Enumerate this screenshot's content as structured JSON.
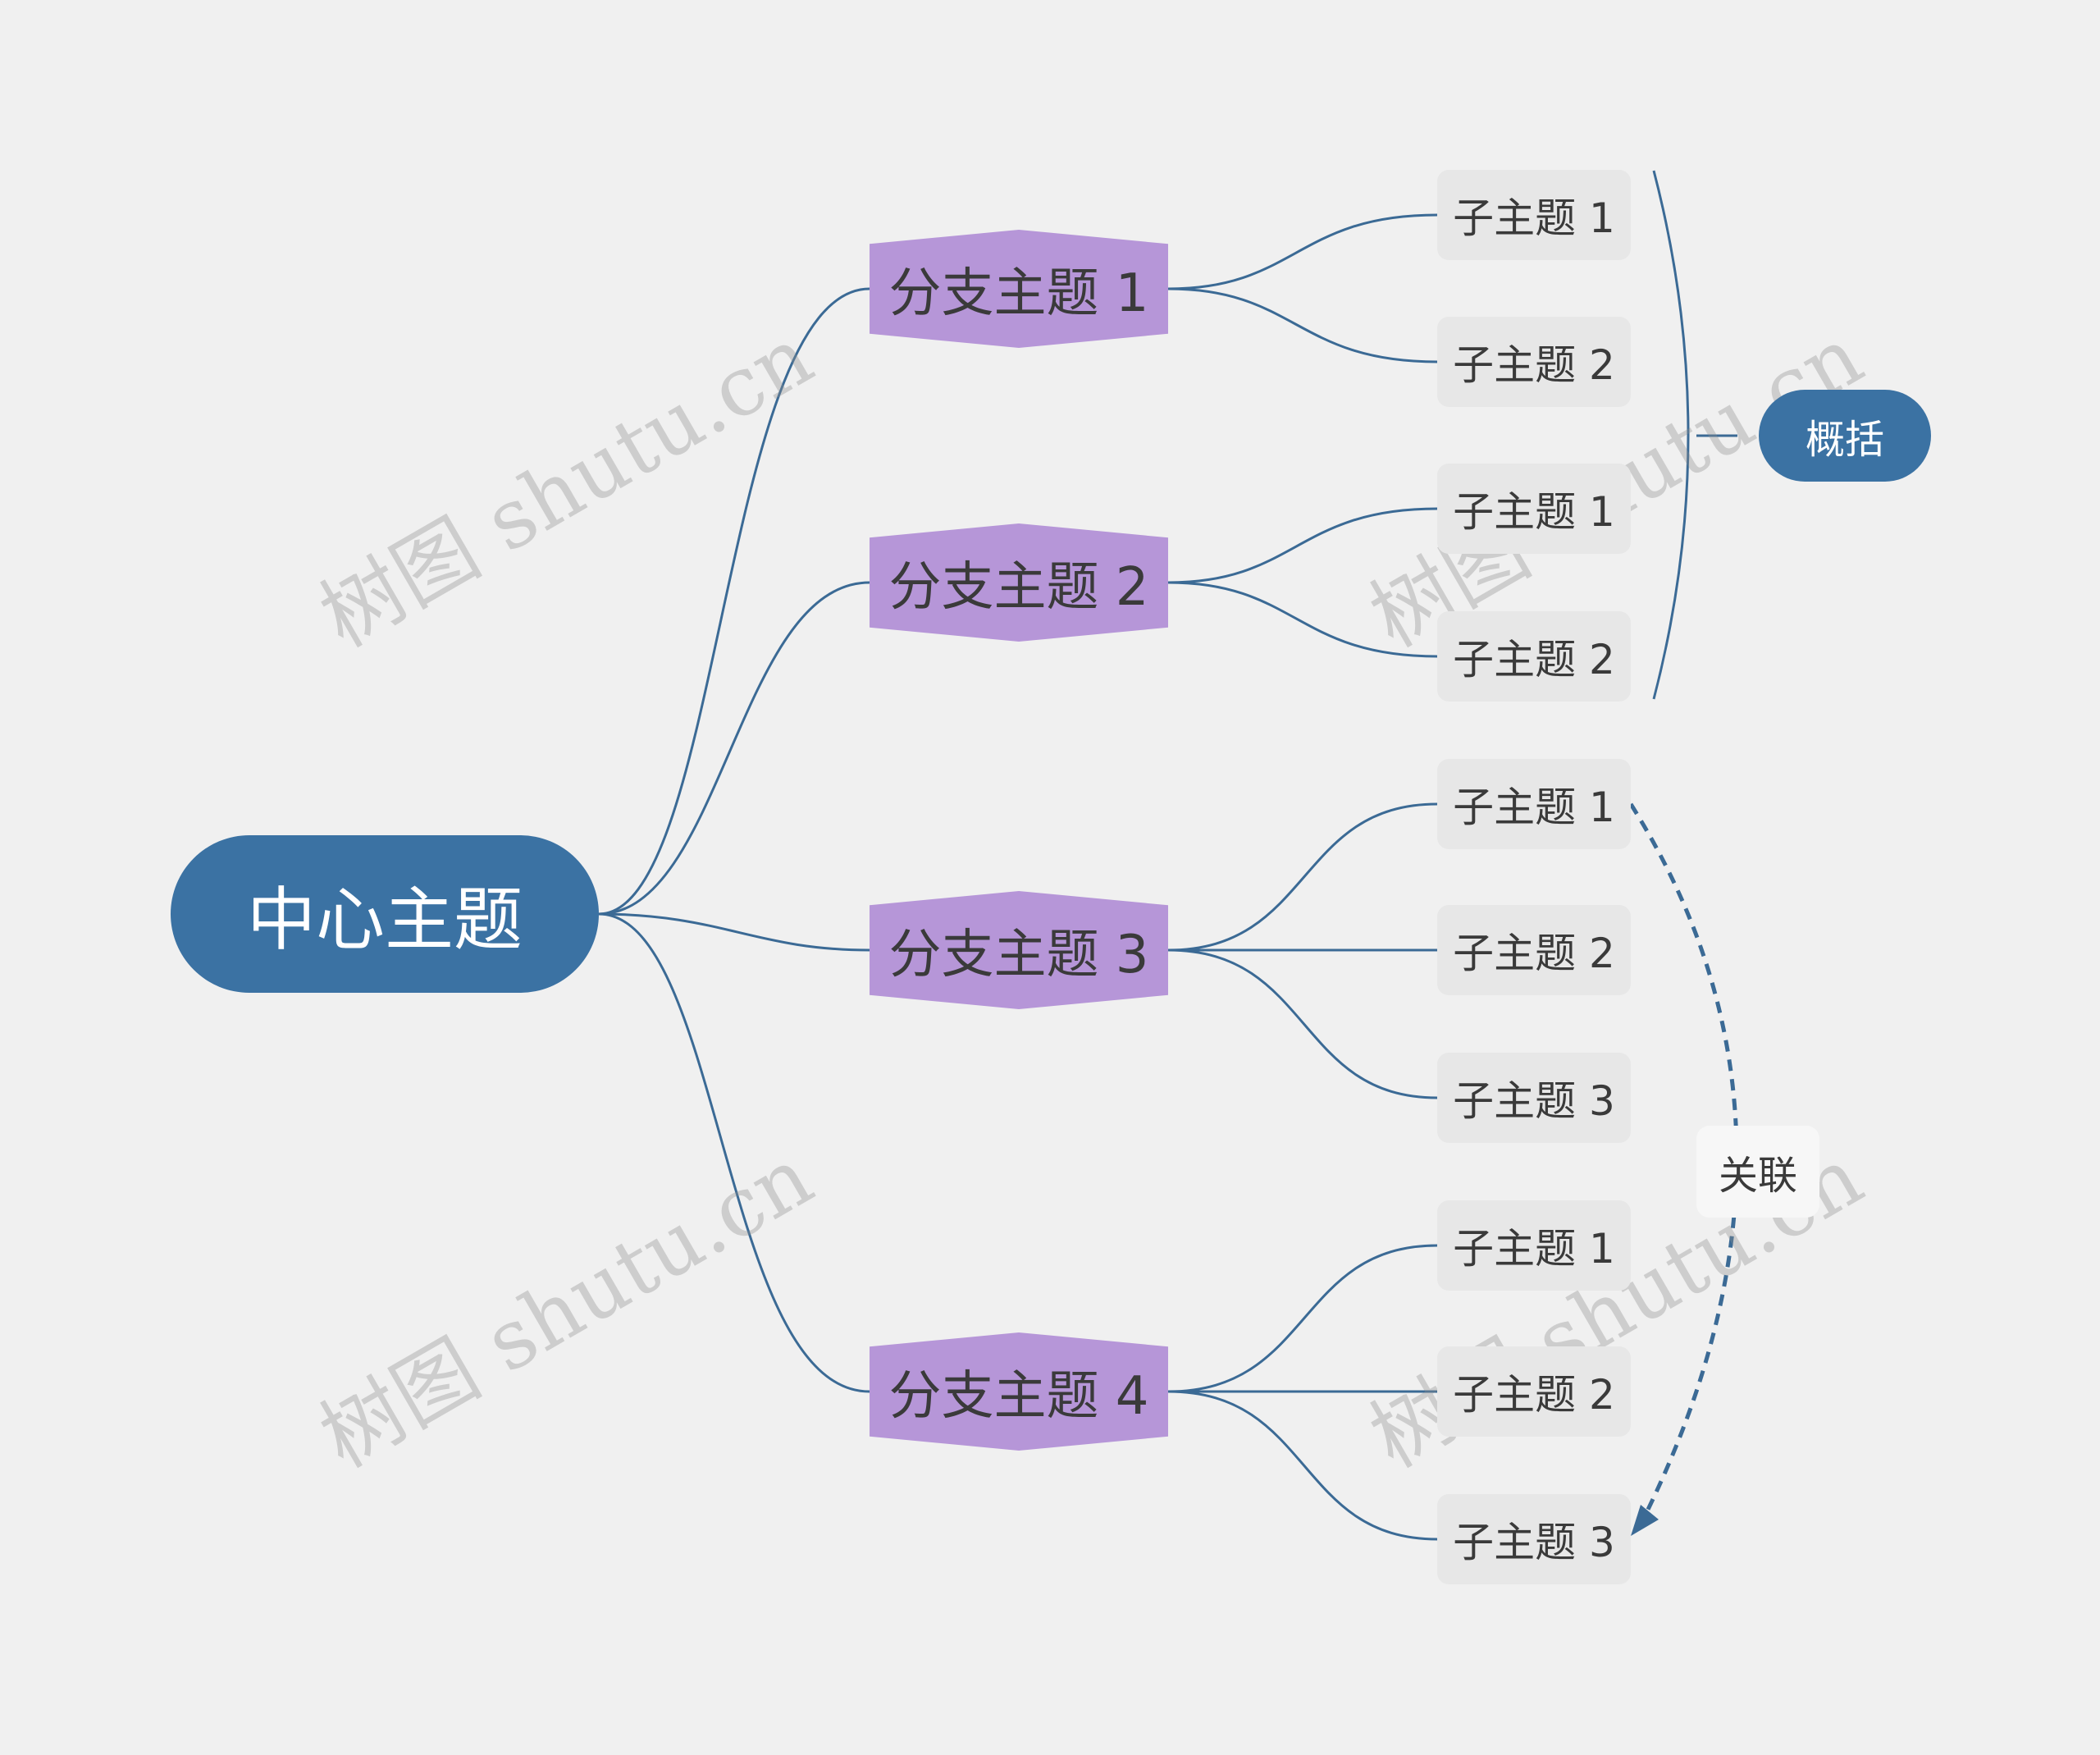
{
  "colors": {
    "background": "#f0f0f0",
    "center_fill": "#3b72a3",
    "branch_fill": "#b696d8",
    "subtopic_fill": "#e7e7e7",
    "connector": "#3b6a95",
    "summary_fill": "#3b72a3"
  },
  "center": {
    "label": "中心主题"
  },
  "branches": [
    {
      "label": "分支主题 1",
      "children": [
        "子主题 1",
        "子主题 2"
      ]
    },
    {
      "label": "分支主题 2",
      "children": [
        "子主题 1",
        "子主题 2"
      ]
    },
    {
      "label": "分支主题 3",
      "children": [
        "子主题 1",
        "子主题 2",
        "子主题 3"
      ]
    },
    {
      "label": "分支主题 4",
      "children": [
        "子主题 1",
        "子主题 2",
        "子主题 3"
      ]
    }
  ],
  "summary": {
    "label": "概括"
  },
  "relationship": {
    "label": "关联",
    "style": "dashed-arrow"
  },
  "watermark": {
    "text": "树图 shutu.cn"
  }
}
